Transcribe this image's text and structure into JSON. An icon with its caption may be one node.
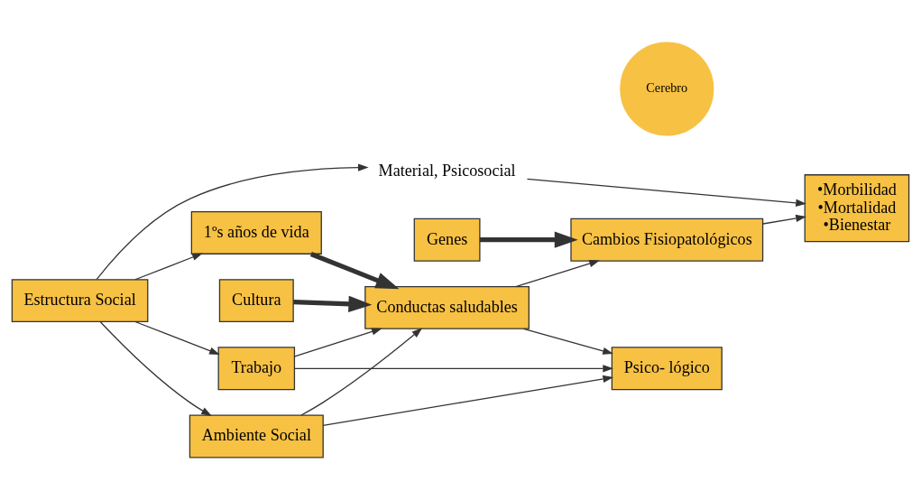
{
  "diagram": {
    "nodes": [
      {
        "text": [
          "Estructura Social"
        ]
      },
      {
        "text": [
          "Material, Psicosocial"
        ]
      },
      {
        "text": [
          "Trabajo"
        ]
      },
      {
        "text": [
          "Psico- lógico"
        ]
      },
      {
        "text": [
          "Cerebro"
        ]
      },
      {
        "text": [
          "Ambiente Social"
        ]
      },
      {
        "text": [
          "Conductas saludables"
        ]
      },
      {
        "text": [
          "Cambios Fisiopatológicos"
        ]
      },
      {
        "text": [
          "1ºs años de vida"
        ]
      },
      {
        "text": [
          "Cultura"
        ]
      },
      {
        "text": [
          "Genes"
        ]
      },
      {
        "text": [
          "•Morbilidad",
          "•Mortalidad",
          "•Bienestar"
        ]
      }
    ],
    "edges": [
      {
        "from": 0,
        "to": 1,
        "arrow": "to"
      },
      {
        "from": 0,
        "to": 2,
        "arrow": "to"
      },
      {
        "from": 0,
        "to": 5,
        "arrow": "to"
      },
      {
        "from": 0,
        "to": 8,
        "arrow": "to"
      },
      {
        "from": 1,
        "to": 11,
        "arrow": "to"
      },
      {
        "from": 2,
        "to": 3,
        "arrow": "to"
      },
      {
        "from": 2,
        "to": 6,
        "arrow": "to"
      },
      {
        "from": 5,
        "to": 3,
        "arrow": "to"
      },
      {
        "from": 5,
        "to": 6,
        "arrow": "to"
      },
      {
        "from": 6,
        "to": 3,
        "arrow": "to"
      },
      {
        "from": 6,
        "to": 7,
        "arrow": "to"
      },
      {
        "from": 7,
        "to": 11,
        "arrow": "to"
      },
      {
        "from": 8,
        "to": 6,
        "arrow": "to",
        "style": "thick"
      },
      {
        "from": 9,
        "to": 6,
        "arrow": "to",
        "style": "thick"
      },
      {
        "from": 10,
        "to": 7,
        "arrow": "to",
        "style": "thick"
      }
    ]
  }
}
